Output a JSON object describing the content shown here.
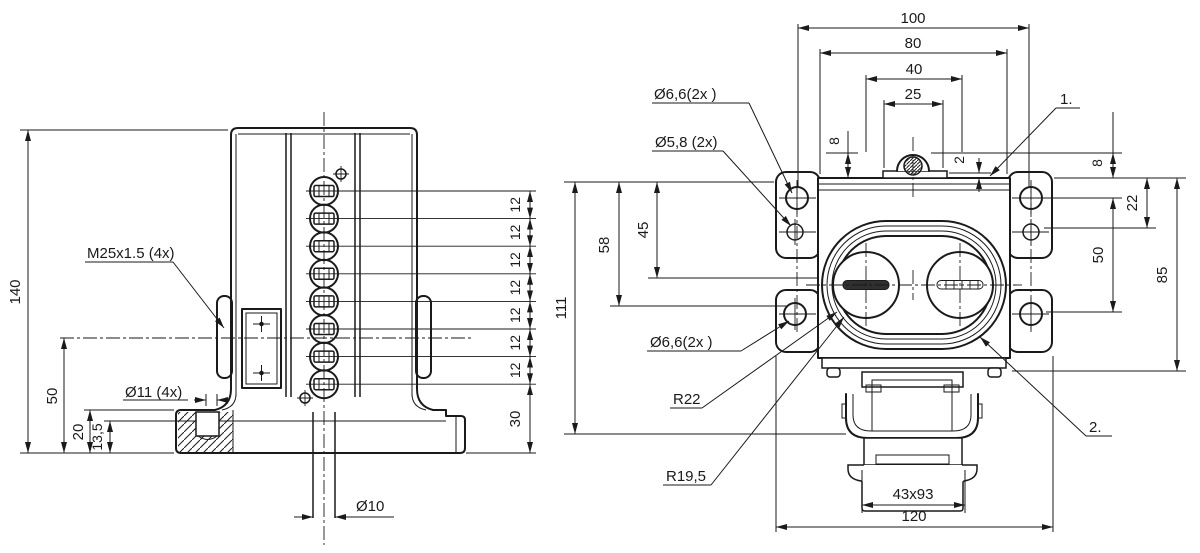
{
  "drawing": {
    "left_view": {
      "dim_140": "140",
      "dim_50": "50",
      "dim_20": "20",
      "dim_13_5": "13,5",
      "dim_12": "12",
      "dim_30": "30",
      "dim_d10": "Ø10",
      "label_m25": "M25x1.5 (4x)",
      "label_d11": "Ø11 (4x)"
    },
    "right_view": {
      "dim_100": "100",
      "dim_80": "80",
      "dim_40": "40",
      "dim_25": "25",
      "dim_8_left": "8",
      "dim_2": "2",
      "dim_8_right": "8",
      "dim_22": "22",
      "dim_50": "50",
      "dim_85": "85",
      "dim_111": "111",
      "dim_58": "58",
      "dim_45": "45",
      "dim_43x93": "43x93",
      "dim_120": "120",
      "label_d66_top": "Ø6,6(2x )",
      "label_d58": "Ø5,8 (2x)",
      "label_d66_bottom": "Ø6,6(2x )",
      "label_r22": "R22",
      "label_r195": "R19,5",
      "callout_1": "1.",
      "callout_2": "2."
    },
    "colors": {
      "line": "#1a1a1a",
      "background": "#ffffff",
      "slot_fill": "#2f2f2f"
    }
  }
}
